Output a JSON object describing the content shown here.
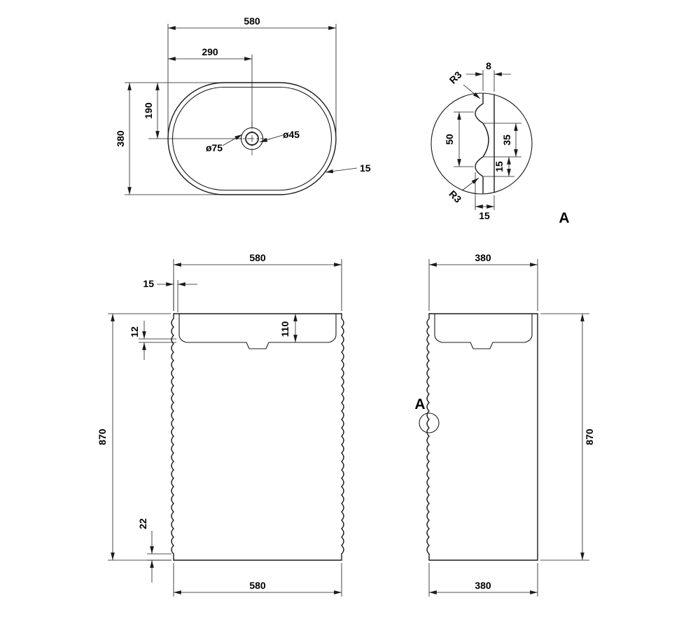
{
  "colors": {
    "line": "#1a1a1a",
    "background": "#ffffff"
  },
  "top_view": {
    "overall_width": "580",
    "hole_offset_x": "290",
    "overall_depth": "380",
    "hole_offset_y": "190",
    "faucet_hole_outer": "ø75",
    "faucet_hole_inner": "ø45",
    "wall_thickness": "15"
  },
  "detail_a": {
    "label": "A",
    "min_thickness": "8",
    "fillet_top": "R3",
    "fillet_bottom": "R3",
    "flute_span": "50",
    "flute_inner_span": "35",
    "flute_step": "15",
    "max_thickness": "15"
  },
  "front_view": {
    "overall_width": "580",
    "rim_thickness": "15",
    "shell_thickness": "12",
    "basin_depth": "110",
    "overall_height": "870",
    "base_height": "22",
    "overall_width_bottom": "580"
  },
  "side_view": {
    "overall_depth": "380",
    "detail_marker": "A",
    "overall_height": "870",
    "overall_depth_bottom": "380"
  }
}
